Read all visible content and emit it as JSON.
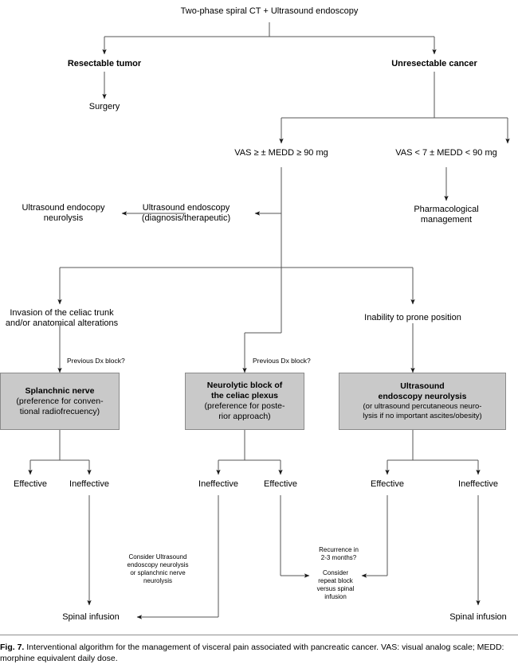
{
  "figure": {
    "number": "Fig. 7.",
    "caption": "Interventional algorithm for the management of visceral pain associated with pancreatic cancer. VAS: visual analog scale; MEDD: morphine equivalent daily dose.",
    "box_fill_color": "#c9c9c9",
    "line_color": "#444444",
    "background_color": "#ffffff"
  },
  "nodes": {
    "root": "Two-phase spiral CT + Ultrasound endoscopy",
    "resectable": "Resectable tumor",
    "unresectable": "Unresectable cancer",
    "surgery": "Surgery",
    "vas_high": "VAS ≥ ± MEDD ≥ 90 mg",
    "vas_low": "VAS < 7 ± MEDD < 90 mg",
    "us_endoscopy_line1": "Ultrasound endoscopy",
    "us_endoscopy_line2": "(diagnosis/therapeutic)",
    "us_neurolysis_line1": "Ultrasound endocopy",
    "us_neurolysis_line2": "neurolysis",
    "pharm_line1": "Pharmacological",
    "pharm_line2": "management",
    "invasion_line1": "Invasion of the celiac trunk",
    "invasion_line2": "and/or anatomical alterations",
    "inability": "Inability to prone position",
    "prev_dx_left": "Previous Dx block?",
    "prev_dx_mid": "Previous Dx block?"
  },
  "boxes": [
    {
      "id": "splanchnic",
      "heading": "Splanchnic nerve",
      "body": "(preference for conven-\ntional radiofrecuency)"
    },
    {
      "id": "neurolytic",
      "heading": "Neurolytic block of\nthe celiac plexus",
      "body": "(preference for poste-\nrior approach)"
    },
    {
      "id": "usneuro",
      "heading": "Ultrasound\nendoscopy neurolysis",
      "body": "(or ultrasound percutaneous neuro-\nlysis if no important ascites/obesity)"
    }
  ],
  "outcomes": {
    "splanchnic_left": "Effective",
    "splanchnic_right": "Ineffective",
    "neurolytic_left": "Ineffective",
    "neurolytic_right": "Effective",
    "usneuro_left": "Effective",
    "usneuro_right": "Ineffective"
  },
  "terminals": {
    "consider_alt": "Consider Ultrasound\nendoscopy neurolysis\nor splanchnic nerve\nneurolysis",
    "recurrence": "Recurrence in\n2-3 months?",
    "consider_repeat": "Consider\nrepeat block\nversus spinal\ninfusion",
    "spinal_left": "Spinal infusion",
    "spinal_right": "Spinal infusion"
  }
}
